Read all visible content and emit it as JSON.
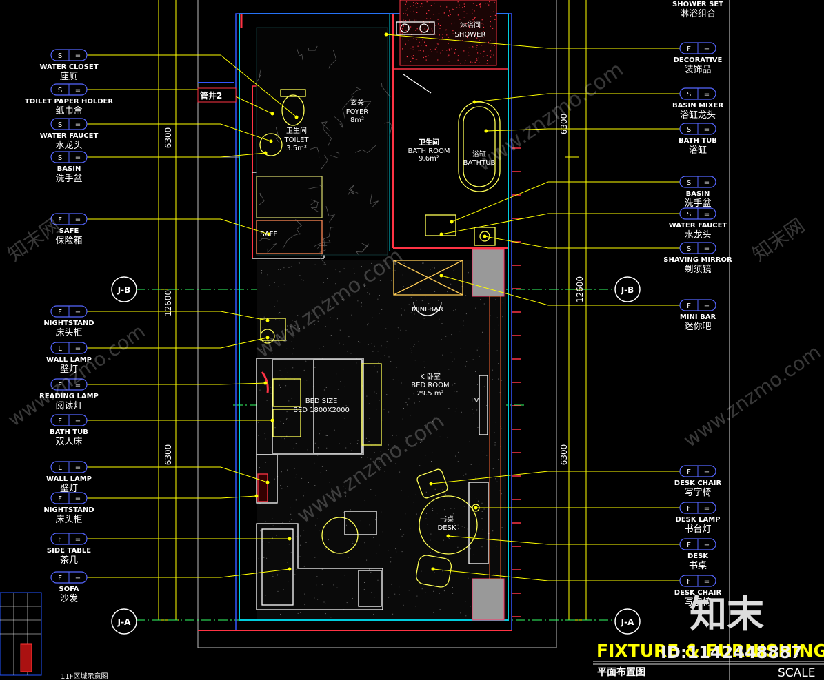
{
  "left_tags": [
    {
      "code": "S",
      "en": "WATER CLOSET",
      "cn": "座厕"
    },
    {
      "code": "S",
      "en": "TOILET PAPER HOLDER",
      "cn": "纸巾盒"
    },
    {
      "code": "S",
      "en": "WATER FAUCET",
      "cn": "水龙头"
    },
    {
      "code": "S",
      "en": "BASIN",
      "cn": "洗手盆"
    },
    {
      "code": "F",
      "en": "SAFE",
      "cn": "保险箱"
    },
    {
      "code": "F",
      "en": "NIGHTSTAND",
      "cn": "床头柜"
    },
    {
      "code": "L",
      "en": "WALL LAMP",
      "cn": "壁灯"
    },
    {
      "code": "F",
      "en": "READING LAMP",
      "cn": "阅读灯"
    },
    {
      "code": "F",
      "en": "BATH TUB",
      "cn": "双人床"
    },
    {
      "code": "L",
      "en": "WALL LAMP",
      "cn": "壁灯"
    },
    {
      "code": "F",
      "en": "NIGHTSTAND",
      "cn": "床头柜"
    },
    {
      "code": "F",
      "en": "SIDE TABLE",
      "cn": "茶几"
    },
    {
      "code": "F",
      "en": "SOFA",
      "cn": "沙发"
    }
  ],
  "right_tags": [
    {
      "code": "F",
      "en": "DECORATIVE",
      "cn": "装饰品"
    },
    {
      "code": "S",
      "en": "BASIN MIXER",
      "cn": "浴缸龙头"
    },
    {
      "code": "S",
      "en": "BATH TUB",
      "cn": "浴缸"
    },
    {
      "code": "S",
      "en": "BASIN",
      "cn": "洗手盆"
    },
    {
      "code": "S",
      "en": "WATER FAUCET",
      "cn": "水龙头"
    },
    {
      "code": "S",
      "en": "SHAVING MIRROR",
      "cn": "剃须镜"
    },
    {
      "code": "F",
      "en": "MINI BAR",
      "cn": "迷你吧"
    },
    {
      "code": "F",
      "en": "DESK CHAIR",
      "cn": "写字椅"
    },
    {
      "code": "F",
      "en": "DESK LAMP",
      "cn": "书台灯"
    },
    {
      "code": "F",
      "en": "DESK",
      "cn": "书桌"
    },
    {
      "code": "F",
      "en": "DESK CHAIR",
      "cn": "写字椅"
    }
  ],
  "tag_suffix": "=",
  "shower_set": {
    "en": "SHOWER SET",
    "cn": "淋浴组合"
  },
  "rooms": {
    "shower_cn": "淋浴间",
    "shower_en": "SHOWER",
    "shaft": "管井2",
    "toilet_cn": "卫生间",
    "toilet_en": "TOILET",
    "toilet_area": "3.5m²",
    "foyer_cn": "玄关",
    "foyer_en": "FOYER",
    "foyer_area": "8m²",
    "bath_cn": "卫生间",
    "bath_en": "BATH ROOM",
    "bath_area": "9.6m²",
    "tub_cn": "浴缸",
    "tub_en": "BATHTUB",
    "safe": "SAFE",
    "minibar": "MINI BAR",
    "bed_cn": "K 卧室",
    "bed_en": "BED ROOM",
    "bed_area": "29.5 m²",
    "bed_size": "BED SIZE",
    "bed_dim": "BED 1800X2000",
    "tv": "TV",
    "desk_cn": "书桌",
    "desk_en": "DESK"
  },
  "dimensions": {
    "top": "6300",
    "mid": "12600",
    "bottom": "6300"
  },
  "axes": {
    "a": "J-A",
    "b": "J-B"
  },
  "title": {
    "en": "FIXTURE & FURNISHING P",
    "cn": "平面布置图",
    "scale": "SCALE"
  },
  "inset_caption": "11F区域示意图",
  "watermark": {
    "logo": "知末",
    "id": "ID:1142448887",
    "site": "www.znzmo.com",
    "site_cn": "知末网"
  }
}
